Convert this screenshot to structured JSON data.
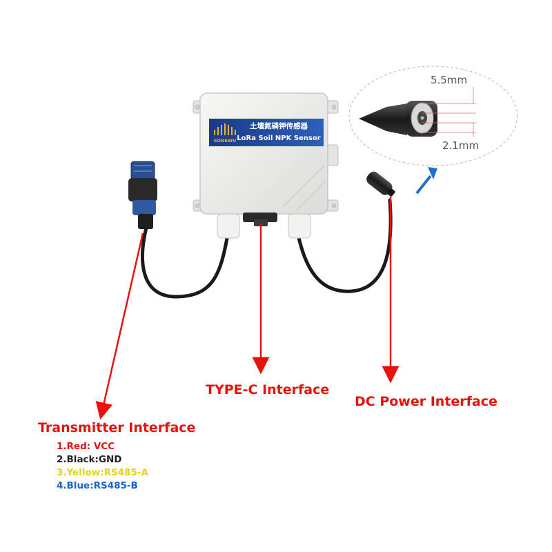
{
  "device": {
    "label_cn": "土壤氮磷钾传感器",
    "label_en": "LoRa Soil NPK Sensor",
    "brand": "SONEWU"
  },
  "dc_plug": {
    "outer_diameter": "5.5mm",
    "inner_diameter": "2.1mm"
  },
  "interfaces": {
    "type_c": "TYPE-C Interface",
    "dc_power": "DC Power Interface",
    "transmitter": "Transmitter Interface"
  },
  "wires": [
    {
      "text": "1.Red: VCC",
      "color": "#e8120c"
    },
    {
      "text": "2.Black:GND",
      "color": "#222222"
    },
    {
      "text": "3.Yellow:RS485-A",
      "color": "#e4d21a"
    },
    {
      "text": "4.Blue:RS485-B",
      "color": "#1a62c8"
    }
  ],
  "colors": {
    "pointer_red": "#e8120c",
    "pointer_blue": "#1e6fd0",
    "enclosure": "#eeeeec",
    "label_blue": "#1f3f8f",
    "cable": "#1a1a1a"
  }
}
